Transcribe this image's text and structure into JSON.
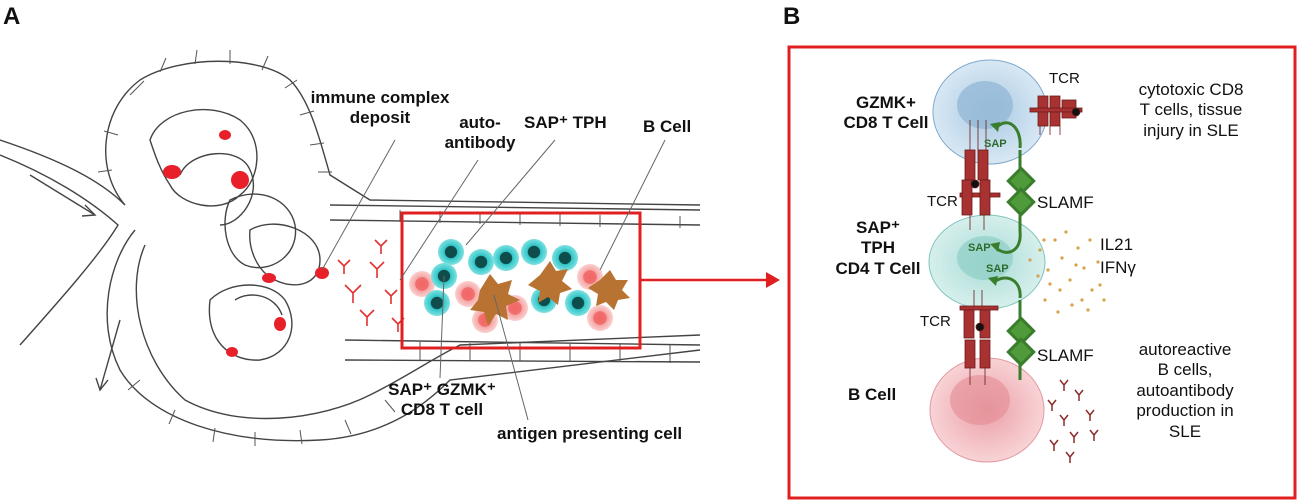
{
  "panels": {
    "a": "A",
    "b": "B"
  },
  "panel_a": {
    "immune_complex_line1": "immune complex",
    "immune_complex_line2": "deposit",
    "auto_line1": "auto-",
    "auto_line2": "antibody",
    "sap_tph": "SAP⁺ TPH",
    "b_cell": "B Cell",
    "sap_gzmk_line1": "SAP⁺ GZMK⁺",
    "sap_gzmk_line2": "CD8 T cell",
    "apc": "antigen presenting cell"
  },
  "panel_b": {
    "gzmk_line1": "GZMK+",
    "gzmk_line2": "CD8 T Cell",
    "tph_line1": "SAP⁺",
    "tph_line2": "TPH",
    "tph_line3": "CD4 T Cell",
    "bcell": "B Cell",
    "tcr_top": "TCR",
    "tcr_mid": "TCR",
    "tcr_bot": "TCR",
    "sap1": "SAP",
    "sap2": "SAP",
    "sap3": "SAP",
    "slamf_top": "SLAMF",
    "slamf_bot": "SLAMF",
    "il21": "IL21",
    "ifny": "IFNγ",
    "cytotoxic_line1": "cytotoxic CD8",
    "cytotoxic_line2": "T cells, tissue",
    "cytotoxic_line3": "injury in SLE",
    "auto_line1": "autoreactive",
    "auto_line2": "B cells,",
    "auto_line3": "autoantibody",
    "auto_line4": "production in",
    "auto_line5": "SLE"
  },
  "colors": {
    "highlight_red": "#e02020",
    "teal_cell": "#2ec4c6",
    "pink_cell": "#f08a8a",
    "apc_brown": "#b87333",
    "slamf_green": "#3a7d2c",
    "tcr_maroon": "#a83232"
  }
}
